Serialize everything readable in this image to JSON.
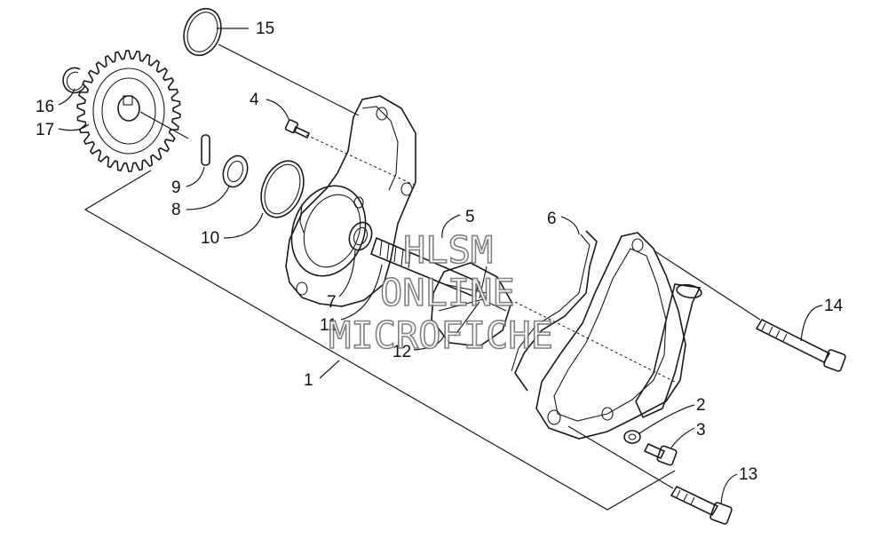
{
  "diagram": {
    "callouts": [
      {
        "id": "c1",
        "label": "1"
      },
      {
        "id": "c2",
        "label": "2"
      },
      {
        "id": "c3",
        "label": "3"
      },
      {
        "id": "c4",
        "label": "4"
      },
      {
        "id": "c5",
        "label": "5"
      },
      {
        "id": "c6",
        "label": "6"
      },
      {
        "id": "c7",
        "label": "7"
      },
      {
        "id": "c8",
        "label": "8"
      },
      {
        "id": "c9",
        "label": "9"
      },
      {
        "id": "c10",
        "label": "10"
      },
      {
        "id": "c11",
        "label": "11"
      },
      {
        "id": "c12",
        "label": "12"
      },
      {
        "id": "c13",
        "label": "13"
      },
      {
        "id": "c14",
        "label": "14"
      },
      {
        "id": "c15",
        "label": "15"
      },
      {
        "id": "c16",
        "label": "16"
      },
      {
        "id": "c17",
        "label": "17"
      }
    ],
    "watermark": {
      "line1": "HLSM",
      "line2": "ONLINE",
      "line3": "MICROFICHE"
    }
  }
}
